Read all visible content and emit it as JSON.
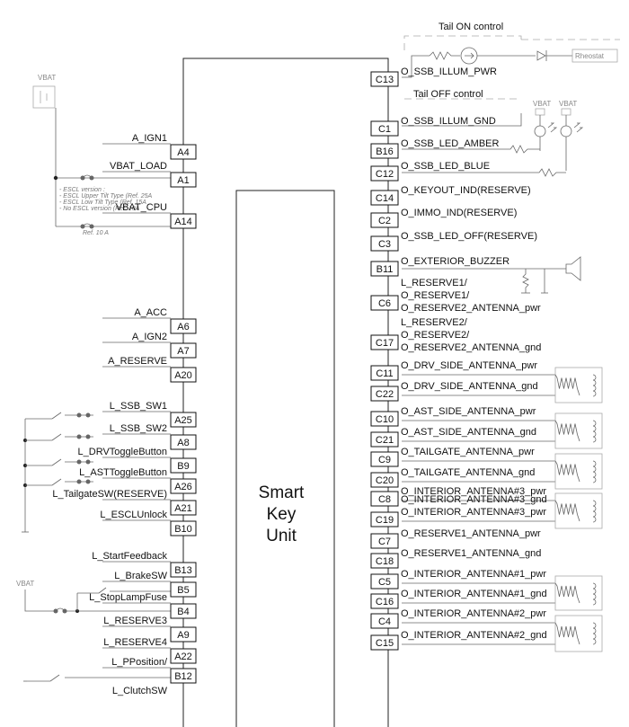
{
  "unit": {
    "title_lines": [
      "Smart",
      "Key",
      "Unit"
    ]
  },
  "top": {
    "tail_on_control": "Tail ON control",
    "tail_off_control": "Tail OFF control",
    "rheostat": "Rheostat",
    "vbat_labels": [
      "VBAT",
      "VBAT"
    ]
  },
  "left_top": {
    "vbat_label": "VBAT",
    "fuse_note_lines": [
      "- ESCL version :",
      "- ESCL Upper Tilt Type (Ref. 25A",
      "- ESCL Low Tilt Type (Ref. 15A",
      "- No ESCL version (Ref. 10A"
    ],
    "fuse_ref": "Ref. 10 A"
  },
  "brake_vbat": "VBAT",
  "left_pins": [
    {
      "id": "A4",
      "label": "A_IGN1"
    },
    {
      "id": "A1",
      "label": "VBAT_LOAD"
    },
    {
      "id": "A14",
      "label": "VBAT_CPU"
    },
    {
      "id": "A6",
      "label": "A_ACC"
    },
    {
      "id": "A7",
      "label": "A_IGN2"
    },
    {
      "id": "A20",
      "label": "A_RESERVE"
    },
    {
      "id": "A25",
      "label": "L_SSB_SW1"
    },
    {
      "id": "A8",
      "label": "L_SSB_SW2"
    },
    {
      "id": "B9",
      "label": "L_DRVToggleButton"
    },
    {
      "id": "A26",
      "label": "L_ASTToggleButton"
    },
    {
      "id": "A21",
      "label": "L_TailgateSW(RESERVE)"
    },
    {
      "id": "B10",
      "label": "L_ESCLUnlock"
    },
    {
      "id": "B13",
      "label": "L_StartFeedback"
    },
    {
      "id": "B5",
      "label": "L_BrakeSW"
    },
    {
      "id": "B4",
      "label": "L_StopLampFuse"
    },
    {
      "id": "A9",
      "label": "L_RESERVE3"
    },
    {
      "id": "A22",
      "label": "L_RESERVE4"
    },
    {
      "id": "B12",
      "label": "L_PPosition/",
      "label2": "L_ClutchSW"
    }
  ],
  "right_pins": [
    {
      "id": "C13",
      "label": "O_SSB_ILLUM_PWR"
    },
    {
      "id": "C1",
      "label": "O_SSB_ILLUM_GND"
    },
    {
      "id": "B16",
      "label": "O_SSB_LED_AMBER"
    },
    {
      "id": "C12",
      "label": "O_SSB_LED_BLUE"
    },
    {
      "id": "C14",
      "label": "O_KEYOUT_IND(RESERVE)"
    },
    {
      "id": "C2",
      "label": "O_IMMO_IND(RESERVE)"
    },
    {
      "id": "C3",
      "label": "O_SSB_LED_OFF(RESERVE)"
    },
    {
      "id": "B11",
      "label": "O_EXTERIOR_BUZZER"
    },
    {
      "id": "C6",
      "label": "L_RESERVE1/",
      "label2": "O_RESERVE1/",
      "label3": "O_RESERVE2_ANTENNA_pwr"
    },
    {
      "id": "C17",
      "label": "L_RESERVE2/",
      "label2": "O_RESERVE2/",
      "label3": "O_RESERVE2_ANTENNA_gnd"
    },
    {
      "id": "C11",
      "label": "O_DRV_SIDE_ANTENNA_pwr"
    },
    {
      "id": "C22",
      "label": "O_DRV_SIDE_ANTENNA_gnd"
    },
    {
      "id": "C10",
      "label": "O_AST_SIDE_ANTENNA_pwr"
    },
    {
      "id": "C21",
      "label": "O_AST_SIDE_ANTENNA_gnd"
    },
    {
      "id": "C9",
      "label": "O_TAILGATE_ANTENNA_pwr"
    },
    {
      "id": "C20",
      "label": "O_TAILGATE_ANTENNA_gnd"
    },
    {
      "id": "C8",
      "label": "O_INTERIOR_ANTENNA#3_pwr"
    },
    {
      "id": "C19",
      "label": "O_INTERIOR_ANTENNA#3_gnd",
      "label2": "O_INTERIOR_ANTENNA#3_pwr"
    },
    {
      "id": "C7",
      "label": "O_RESERVE1_ANTENNA_pwr"
    },
    {
      "id": "C18",
      "label": "O_RESERVE1_ANTENNA_gnd"
    },
    {
      "id": "C5",
      "label": "O_INTERIOR_ANTENNA#1_pwr"
    },
    {
      "id": "C16",
      "label": "O_INTERIOR_ANTENNA#1_gnd"
    },
    {
      "id": "C4",
      "label": "O_INTERIOR_ANTENNA#2_pwr"
    },
    {
      "id": "C15",
      "label": "O_INTERIOR_ANTENNA#2_gnd"
    }
  ]
}
